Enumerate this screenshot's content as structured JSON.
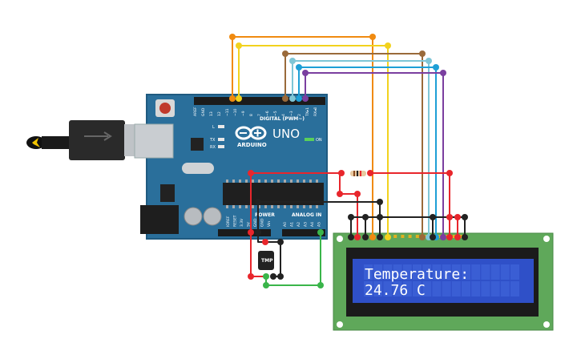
{
  "board": {
    "logo_text": "ARDUINO",
    "model": "UNO",
    "on_label": "ON",
    "l_label": "L",
    "tx_label": "TX",
    "rx_label": "RX",
    "digital_header": "DIGITAL (PWM~)",
    "analog_header": "ANALOG IN",
    "power_header": "POWER",
    "digital_pins": [
      "AREF",
      "GND",
      "13",
      "12",
      "~11",
      "~10",
      "~9",
      "8",
      "7",
      "~6",
      "~5",
      "4",
      "~3",
      "2",
      "TX▸1",
      "RX◂0"
    ],
    "power_pins": [
      "IOREF",
      "RESET",
      "3.3V",
      "5V",
      "GND",
      "GND",
      "Vin"
    ],
    "analog_pins": [
      "A0",
      "A1",
      "A2",
      "A3",
      "A4",
      "A5"
    ]
  },
  "sensor": {
    "label": "TMP"
  },
  "lcd": {
    "line1": "Temperature:",
    "line2": "24.76 C"
  },
  "colors": {
    "board": "#2a6f9b",
    "lcd_pcb": "#5fa85a",
    "lcd_screen": "#2f50c8",
    "wire_red": "#e8262c",
    "wire_black": "#222222",
    "wire_orange": "#f08a10",
    "wire_yellow": "#f2d21e",
    "wire_brown": "#9a6a3a",
    "wire_lightblue": "#7fc6d6",
    "wire_blue": "#1e9fd6",
    "wire_purple": "#7b3fa0",
    "wire_green": "#3ab54a"
  }
}
